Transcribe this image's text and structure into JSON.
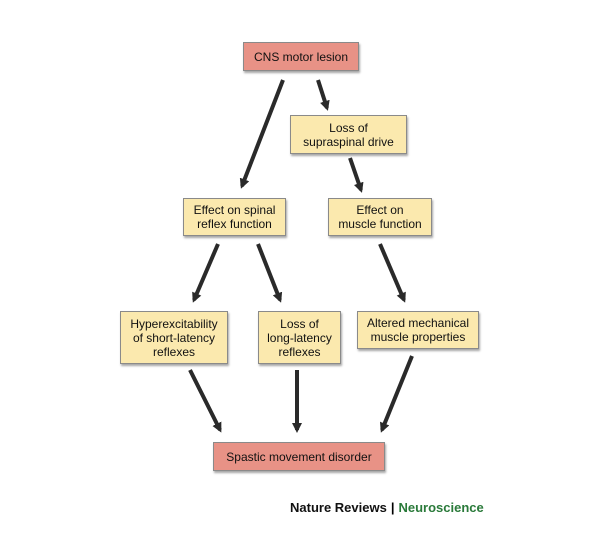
{
  "colors": {
    "terminal_fill": "#e89286",
    "process_fill": "#fbe9ae",
    "arrow": "#2a2a2a",
    "brand_dark": "#111111",
    "brand_green": "#2a7a3a"
  },
  "nodes": {
    "cns_lesion": "CNS motor lesion",
    "supraspinal": "Loss of\nsupraspinal drive",
    "spinal_reflex": "Effect on spinal\nreflex function",
    "muscle_function": "Effect on\nmuscle function",
    "hyperexcitability": "Hyperexcitability\nof short-latency\nreflexes",
    "long_latency": "Loss of\nlong-latency\nreflexes",
    "mechanical": "Altered mechanical\nmuscle properties",
    "spastic": "Spastic movement disorder"
  },
  "credit": {
    "journal": "Nature Reviews",
    "separator": "|",
    "section": "Neuroscience"
  }
}
